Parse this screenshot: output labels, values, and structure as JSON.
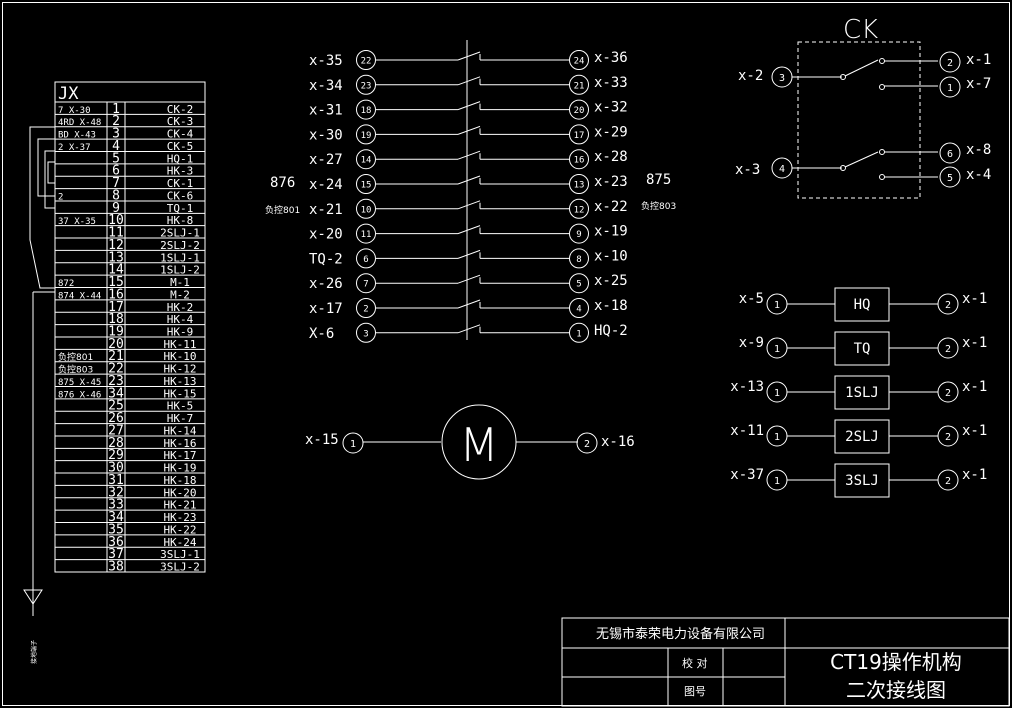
{
  "colors": {
    "background": "#000000",
    "lines": "#ffffff"
  },
  "terminal_block": {
    "title": "JX",
    "rows": [
      {
        "left": "7  X-30",
        "num": "1",
        "right": "CK-2"
      },
      {
        "left": "4RD X-48",
        "num": "2",
        "right": "CK-3"
      },
      {
        "left": "BD  X-43",
        "num": "3",
        "right": "CK-4"
      },
      {
        "left": "2  X-37",
        "num": "4",
        "right": "CK-5"
      },
      {
        "left": "",
        "num": "5",
        "right": "HQ-1"
      },
      {
        "left": "",
        "num": "6",
        "right": "HK-3"
      },
      {
        "left": "",
        "num": "7",
        "right": "CK-1"
      },
      {
        "left": "2",
        "num": "8",
        "right": "CK-6"
      },
      {
        "left": "",
        "num": "9",
        "right": "TQ-1"
      },
      {
        "left": "37  X-35",
        "num": "10",
        "right": "HK-8"
      },
      {
        "left": "",
        "num": "11",
        "right": "2SLJ-1"
      },
      {
        "left": "",
        "num": "12",
        "right": "2SLJ-2"
      },
      {
        "left": "",
        "num": "13",
        "right": "1SLJ-1"
      },
      {
        "left": "",
        "num": "14",
        "right": "1SLJ-2"
      },
      {
        "left": "872",
        "num": "15",
        "right": "M-1"
      },
      {
        "left": "874 X-44",
        "num": "16",
        "right": "M-2"
      },
      {
        "left": "",
        "num": "17",
        "right": "HK-2"
      },
      {
        "left": "",
        "num": "18",
        "right": "HK-4"
      },
      {
        "left": "",
        "num": "19",
        "right": "HK-9"
      },
      {
        "left": "",
        "num": "20",
        "right": "HK-11"
      },
      {
        "left": "负控801",
        "num": "21",
        "right": "HK-10"
      },
      {
        "left": "负控803",
        "num": "22",
        "right": "HK-12"
      },
      {
        "left": "875 X-45",
        "num": "23",
        "right": "HK-13"
      },
      {
        "left": "876 X-46",
        "num": "34",
        "right": "HK-15"
      },
      {
        "left": "",
        "num": "25",
        "right": "HK-5"
      },
      {
        "left": "",
        "num": "26",
        "right": "HK-7"
      },
      {
        "left": "",
        "num": "27",
        "right": "HK-14"
      },
      {
        "left": "",
        "num": "28",
        "right": "HK-16"
      },
      {
        "left": "",
        "num": "29",
        "right": "HK-17"
      },
      {
        "left": "",
        "num": "30",
        "right": "HK-19"
      },
      {
        "left": "",
        "num": "31",
        "right": "HK-18"
      },
      {
        "left": "",
        "num": "32",
        "right": "HK-20"
      },
      {
        "left": "",
        "num": "33",
        "right": "HK-21"
      },
      {
        "left": "",
        "num": "34",
        "right": "HK-23"
      },
      {
        "left": "",
        "num": "35",
        "right": "HK-22"
      },
      {
        "left": "",
        "num": "36",
        "right": "HK-24"
      },
      {
        "left": "",
        "num": "37",
        "right": "3SLJ-1"
      },
      {
        "left": "",
        "num": "38",
        "right": "3SLJ-2"
      }
    ],
    "ground_label": "接地端子"
  },
  "aux_switch": {
    "outer_left": {
      "876": "876",
      "fk801": "负控801"
    },
    "outer_right": {
      "875": "875",
      "fk803": "负控803"
    },
    "rows": [
      {
        "ll": "x-35",
        "ln": "22",
        "rn": "24",
        "rl": "x-36"
      },
      {
        "ll": "x-34",
        "ln": "23",
        "rn": "21",
        "rl": "x-33"
      },
      {
        "ll": "x-31",
        "ln": "18",
        "rn": "20",
        "rl": "x-32"
      },
      {
        "ll": "x-30",
        "ln": "19",
        "rn": "17",
        "rl": "x-29"
      },
      {
        "ll": "x-27",
        "ln": "14",
        "rn": "16",
        "rl": "x-28"
      },
      {
        "ll": "x-24",
        "ln": "15",
        "rn": "13",
        "rl": "x-23"
      },
      {
        "ll": "x-21",
        "ln": "10",
        "rn": "12",
        "rl": "x-22"
      },
      {
        "ll": "x-20",
        "ln": "11",
        "rn": "9",
        "rl": "x-19"
      },
      {
        "ll": "TQ-2",
        "ln": "6",
        "rn": "8",
        "rl": "x-10"
      },
      {
        "ll": "x-26",
        "ln": "7",
        "rn": "5",
        "rl": "x-25"
      },
      {
        "ll": "x-17",
        "ln": "2",
        "rn": "4",
        "rl": "x-18"
      },
      {
        "ll": "X-6",
        "ln": "3",
        "rn": "1",
        "rl": "HQ-2"
      }
    ]
  },
  "motor": {
    "label": "M",
    "left_label": "x-15",
    "left_num": "1",
    "right_num": "2",
    "right_label": "x-16"
  },
  "ck": {
    "title": "CK",
    "in1": {
      "label": "x-2",
      "num": "3"
    },
    "in2": {
      "label": "x-3",
      "num": "4"
    },
    "outs": [
      {
        "num": "2",
        "label": "x-1"
      },
      {
        "num": "1",
        "label": "x-7"
      },
      {
        "num": "6",
        "label": "x-8"
      },
      {
        "num": "5",
        "label": "x-4"
      }
    ]
  },
  "coils": [
    {
      "in_label": "x-5",
      "in_num": "1",
      "name": "HQ",
      "out_num": "2",
      "out_label": "x-1"
    },
    {
      "in_label": "x-9",
      "in_num": "1",
      "name": "TQ",
      "out_num": "2",
      "out_label": "x-1"
    },
    {
      "in_label": "x-13",
      "in_num": "1",
      "name": "1SLJ",
      "out_num": "2",
      "out_label": "x-1"
    },
    {
      "in_label": "x-11",
      "in_num": "1",
      "name": "2SLJ",
      "out_num": "2",
      "out_label": "x-1"
    },
    {
      "in_label": "x-37",
      "in_num": "1",
      "name": "3SLJ",
      "out_num": "2",
      "out_label": "x-1"
    }
  ],
  "title_block": {
    "company": "无锡市泰荣电力设备有限公司",
    "check_label": "校 对",
    "drawing_no_label": "图号",
    "title_line1": "CT19操作机构",
    "title_line2": "二次接线图"
  }
}
